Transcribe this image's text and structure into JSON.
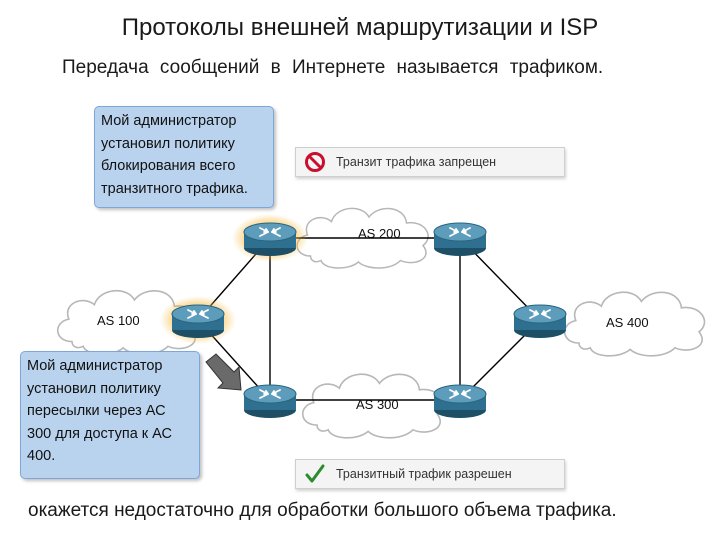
{
  "title": "Протоколы внешней маршрутизации и ISP",
  "subtitle": "Передача сообщений в Интернете называется трафиком.",
  "bottom_text": "окажется недостаточно для обработки большого объема трафика.",
  "clouds": [
    {
      "id": "as100",
      "label": "AS 100"
    },
    {
      "id": "as200",
      "label": "AS 200"
    },
    {
      "id": "as300",
      "label": "AS 300"
    },
    {
      "id": "as400",
      "label": "AS 400"
    }
  ],
  "callouts": {
    "blocking": "Мой администратор установил политику блокирования всего транзитного трафика.",
    "forwarding": "Мой администратор установил политику пересылки через АС 300 для доступа к АС 400."
  },
  "status": {
    "denied": "Транзит трафика запрещен",
    "allowed": "Транзитный трафик разрешен"
  },
  "icons": [
    "router-icon",
    "prohibited-icon",
    "checkmark-icon",
    "arrow-icon"
  ],
  "colors": {
    "router_body": "#2f6f8f",
    "callout_fill": "#b9d3ee",
    "prohibited": "#c8102e",
    "check": "#2e8b2e",
    "link": "#000000"
  }
}
